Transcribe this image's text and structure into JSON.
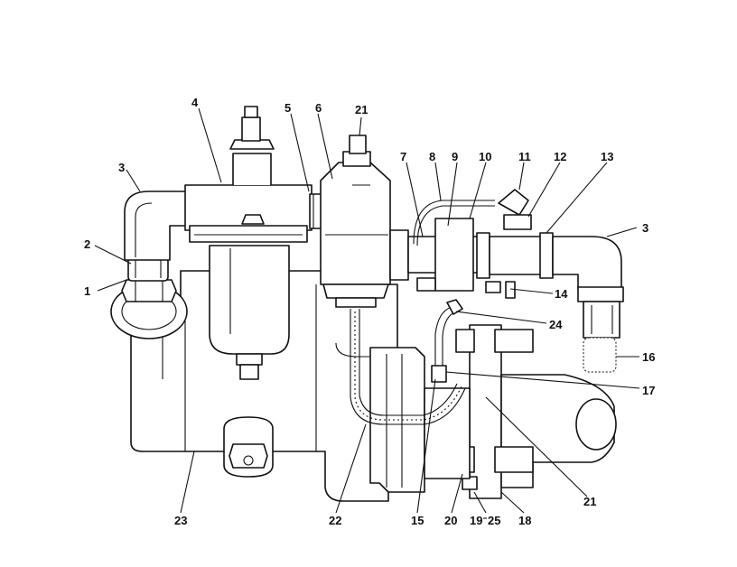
{
  "callouts": [
    {
      "id": "c1",
      "label": "1"
    },
    {
      "id": "c2",
      "label": "2"
    },
    {
      "id": "c3a",
      "label": "3"
    },
    {
      "id": "c3b",
      "label": "3"
    },
    {
      "id": "c4",
      "label": "4"
    },
    {
      "id": "c5",
      "label": "5"
    },
    {
      "id": "c6",
      "label": "6"
    },
    {
      "id": "c7",
      "label": "7"
    },
    {
      "id": "c8",
      "label": "8"
    },
    {
      "id": "c9",
      "label": "9"
    },
    {
      "id": "c10",
      "label": "10"
    },
    {
      "id": "c11",
      "label": "11"
    },
    {
      "id": "c12",
      "label": "12"
    },
    {
      "id": "c13",
      "label": "13"
    },
    {
      "id": "c14",
      "label": "14"
    },
    {
      "id": "c15",
      "label": "15"
    },
    {
      "id": "c16",
      "label": "16"
    },
    {
      "id": "c17",
      "label": "17"
    },
    {
      "id": "c18",
      "label": "18"
    },
    {
      "id": "c19",
      "label": "19"
    },
    {
      "id": "c20",
      "label": "20"
    },
    {
      "id": "c21a",
      "label": "21"
    },
    {
      "id": "c21b",
      "label": "21"
    },
    {
      "id": "c22",
      "label": "22"
    },
    {
      "id": "c23",
      "label": "23"
    },
    {
      "id": "c24",
      "label": "24"
    },
    {
      "id": "c25",
      "label": "25"
    }
  ],
  "colors": {
    "line": "#111111",
    "background": "#ffffff"
  }
}
